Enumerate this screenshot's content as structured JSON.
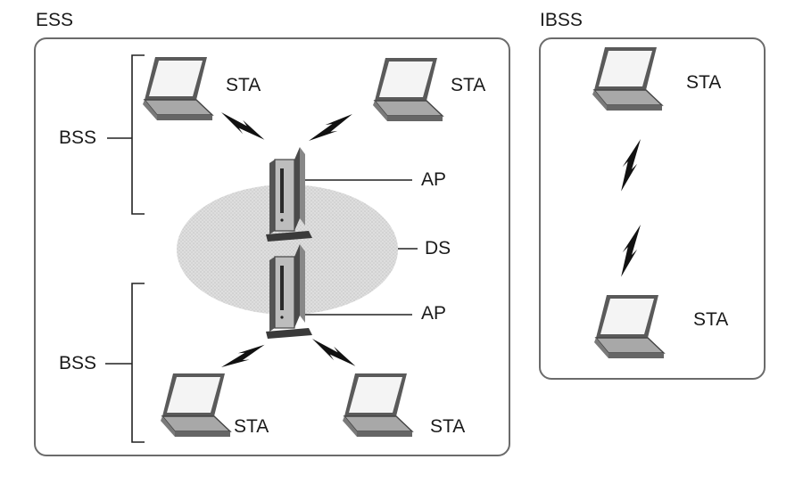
{
  "ess": {
    "title": "ESS",
    "bss_label": "BSS",
    "ds_label": "DS"
  },
  "ibss": {
    "title": "IBSS"
  },
  "labels": {
    "sta": "STA",
    "ap": "AP"
  },
  "colors": {
    "frame": "#6b6b6b",
    "laptop_screen": "#f4f4f4",
    "laptop_shadow": "#9a9a9a",
    "ap_body": "#b9b9b9",
    "ap_dark": "#3c3c3c",
    "ds_cloud": "#d6d6d6",
    "link": "#111111"
  }
}
